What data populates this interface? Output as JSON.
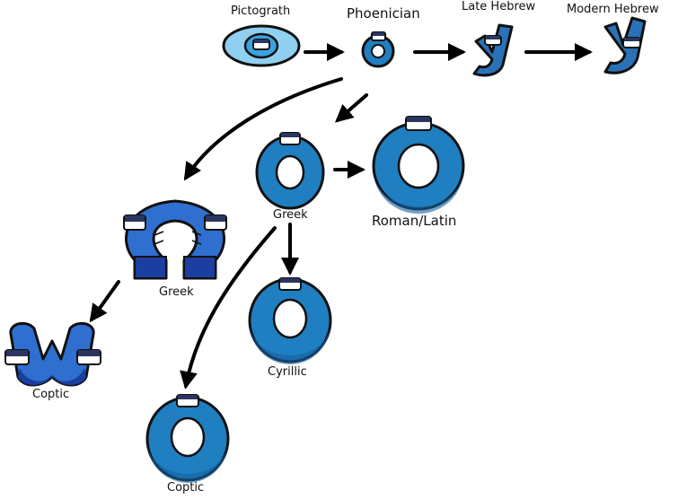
{
  "labels": {
    "pictograph": "Pictograth",
    "phoenician": "Phoenician",
    "late_hebrew": "Late Hebrew",
    "modern_hebrew": "Modern Hebrew",
    "greek_o": "Greek",
    "roman_latin": "Roman/Latin",
    "greek_omega": "Greek",
    "coptic_omega": "Coptic",
    "cyrillic": "Cyrillic",
    "coptic_o": "Coptic"
  },
  "colors": {
    "outline": "#111111",
    "arrow": "#000000",
    "pictograph_outer": "#8fd0f0",
    "pictograph_inner": "#3aa3de",
    "letter_blue": "#1f7fc0",
    "letter_blue_dark": "#1560a0",
    "omega_blue": "#2f6fd0",
    "omega_dark": "#1a3fa0",
    "hebrew_blue": "#2a72b8",
    "eye_white": "#ffffff",
    "lid_dark": "#2a3560"
  }
}
